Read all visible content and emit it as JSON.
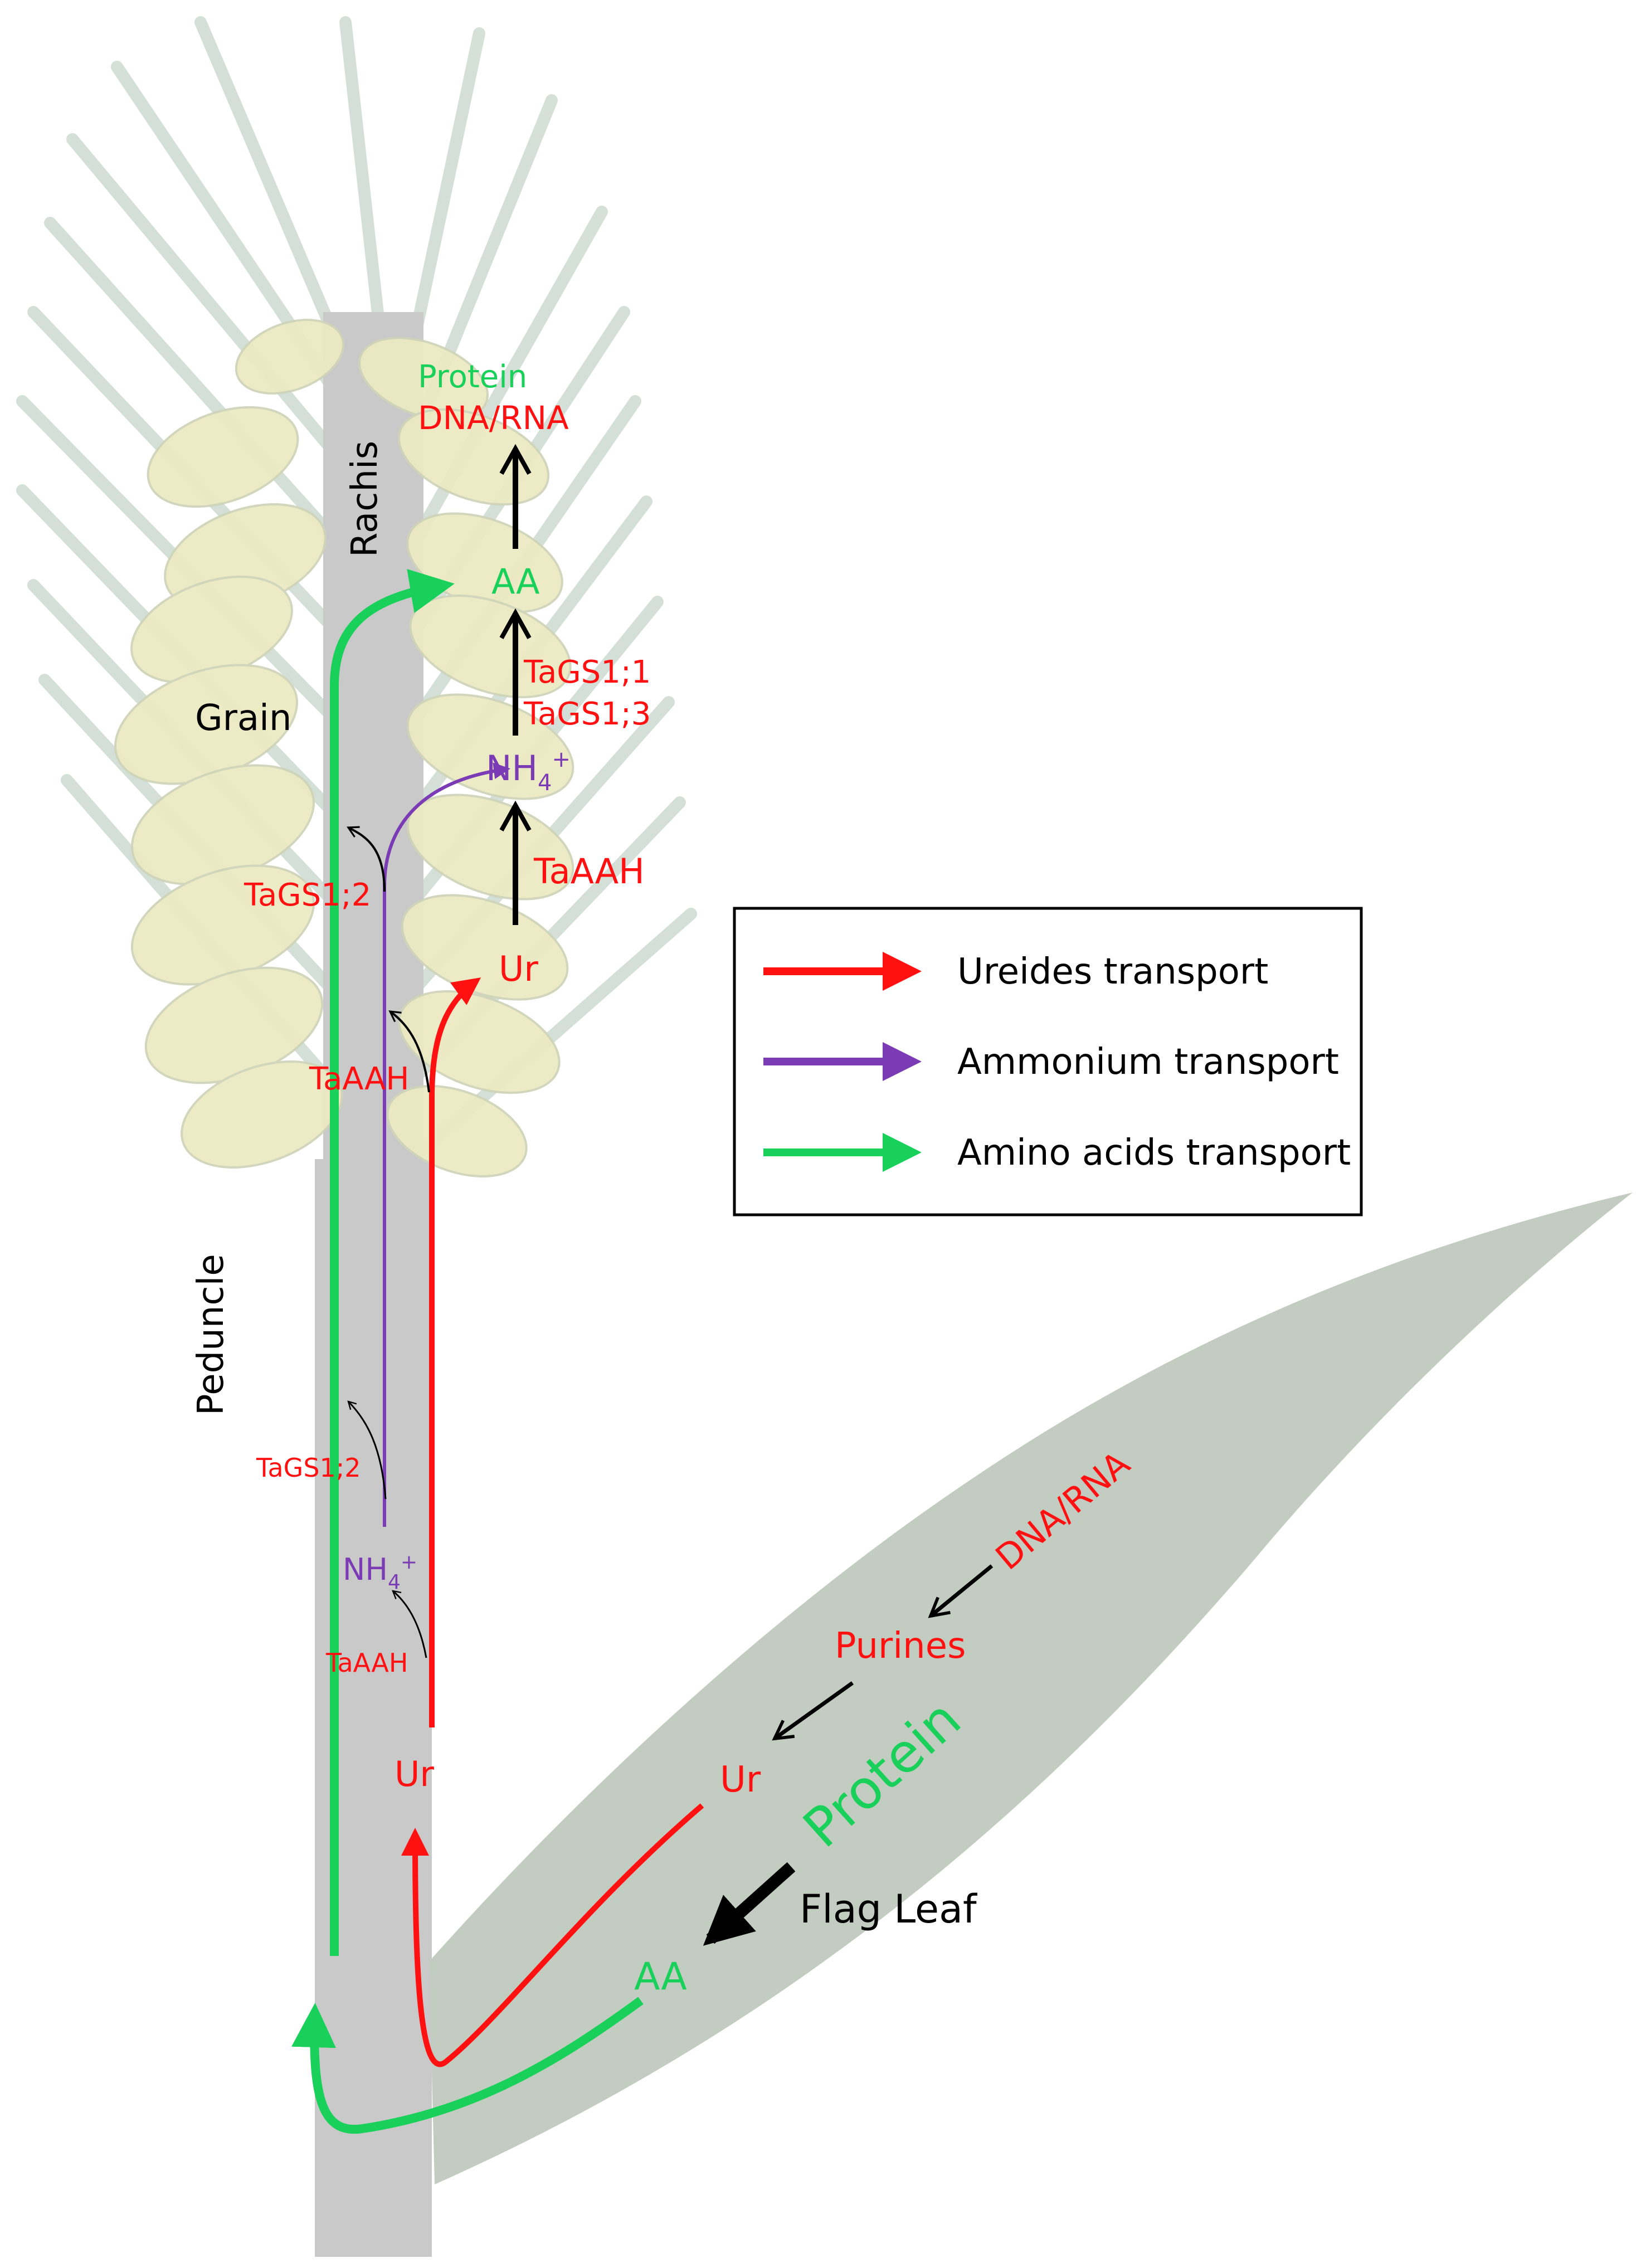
{
  "labels": {
    "rachis": "Rachis",
    "grain": "Grain",
    "peduncle": "Peduncle",
    "flag_leaf": "Flag Leaf",
    "top_protein": "Protein",
    "top_dna_rna": "DNA/RNA",
    "top_aa": "AA",
    "top_nh4": "NH4+",
    "top_tags11": "TaGS1;1",
    "top_tags13": "TaGS1;3",
    "top_taaah": "TaAAH",
    "top_ur": "Ur",
    "mid_tags12_upper": "TaGS1;2",
    "mid_taaah_upper": "TaAAH",
    "low_tags12": "TaGS1;2",
    "low_nh4": "NH4+",
    "low_taaah": "TaAAH",
    "low_ur": "Ur",
    "leaf_dna_rna": "DNA/RNA",
    "leaf_purines": "Purines",
    "leaf_ur": "Ur",
    "leaf_protein": "Protein",
    "leaf_aa": "AA"
  },
  "legend": {
    "items": [
      {
        "label": "Ureides transport",
        "color": "#ff1111"
      },
      {
        "label": "Ammonium transport",
        "color": "#7a3bb5"
      },
      {
        "label": "Amino acids transport",
        "color": "#19d15a"
      }
    ]
  },
  "colors": {
    "ureide": "#ff1111",
    "ammonium": "#7a3bb5",
    "amino": "#19d15a",
    "enzyme_text": "#ff1111",
    "black_arrow": "#000000",
    "stem": "#c9c9c9",
    "leaf": "#c3ccc1",
    "grain_fill": "#ece9c3",
    "awn": "#d0ddd3"
  }
}
